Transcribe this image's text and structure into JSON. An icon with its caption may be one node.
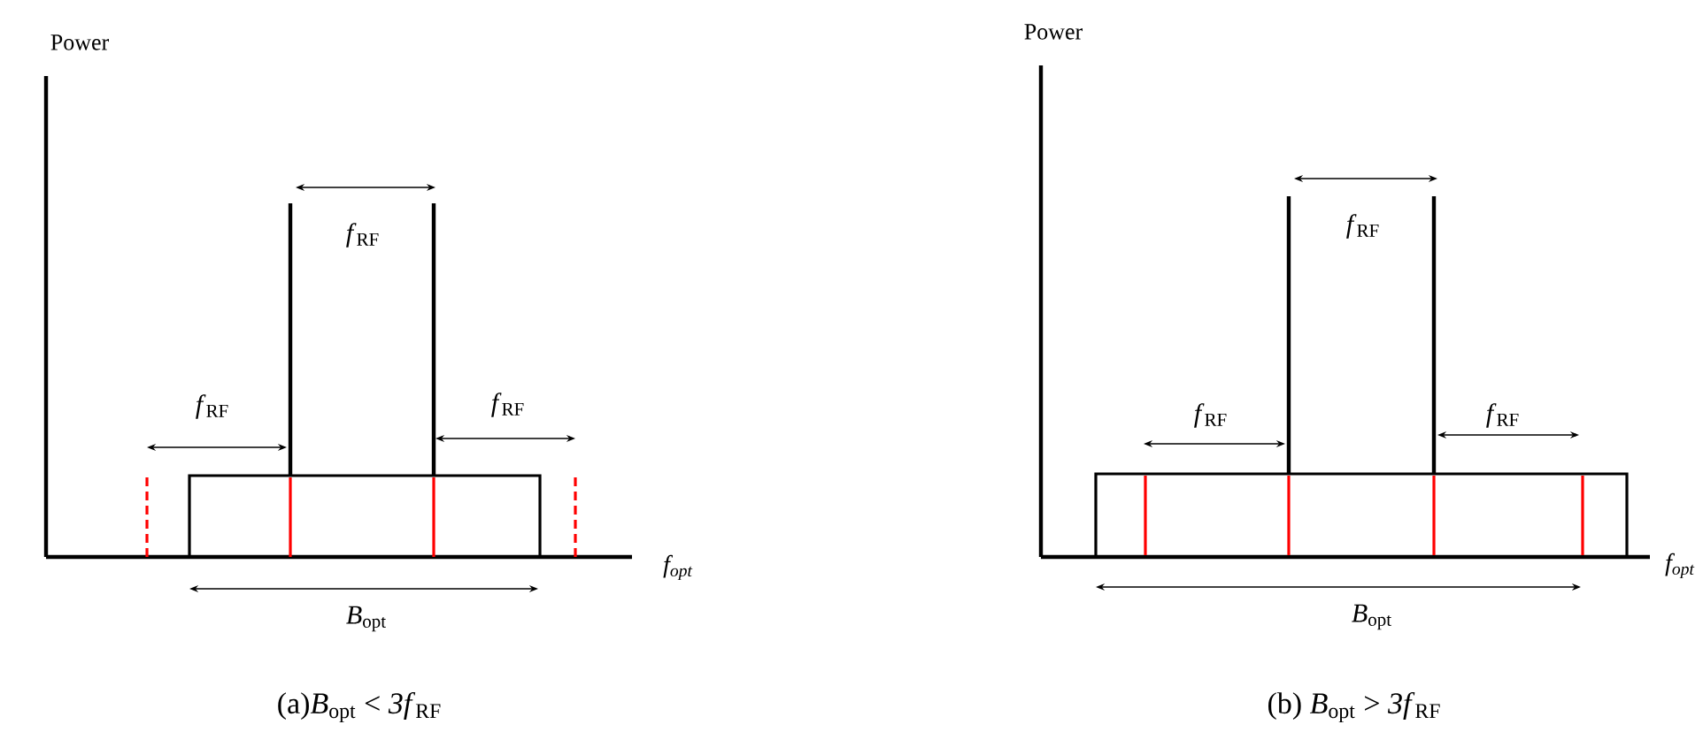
{
  "diagram": {
    "labels": [
      "Power",
      "*f*$_{RF}$",
      "*f*$_{RF}$",
      "*f*$_{RF}$",
      "f$_{opt}$",
      "*B*$_{opt}$",
      "(a)*B*$_{opt}$ < *3f*$_{RF}$",
      "Power",
      "*f*$_{RF}$",
      "*f*$_{RF}$",
      "*f*$_{RF}$",
      "f$_{opt}$",
      "*B*$_{opt}$",
      "(b) *B*$_{opt}$ > *3f*$_{RF}$"
    ]
  }
}
